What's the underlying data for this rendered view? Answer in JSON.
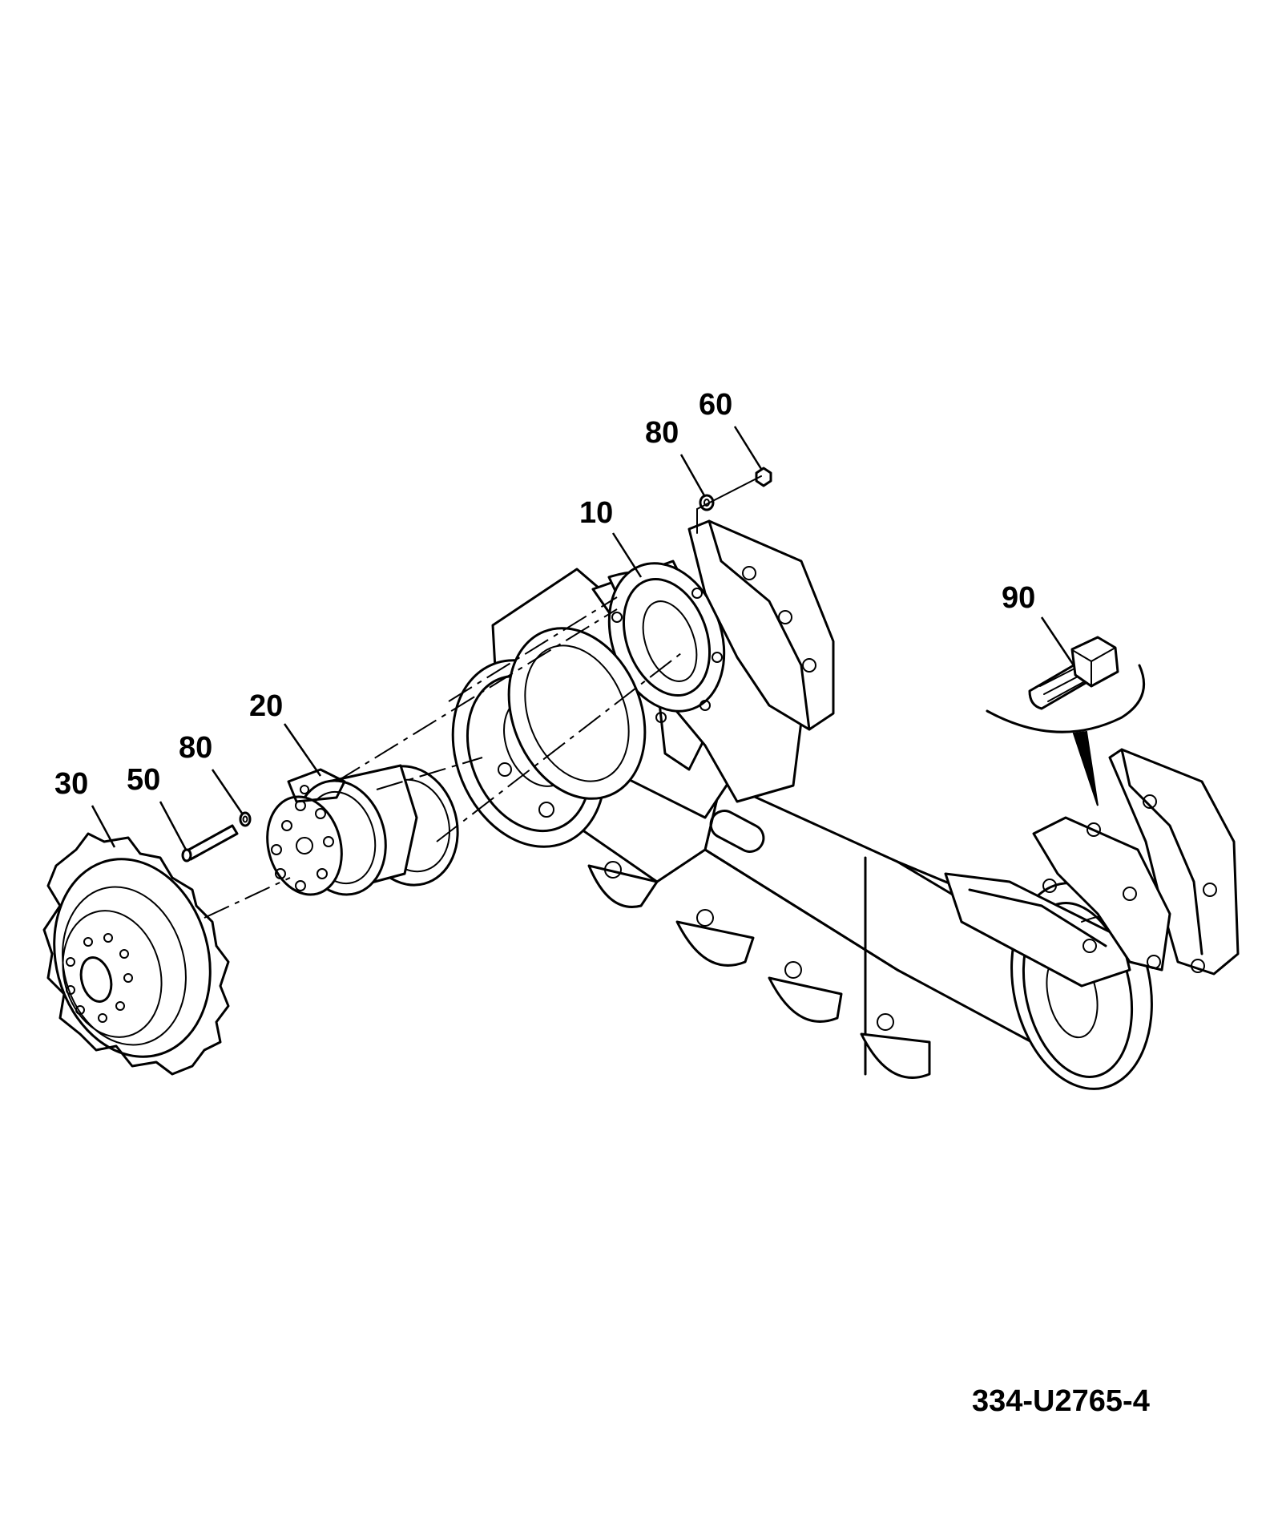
{
  "drawing_code": "334-U2765-4",
  "callouts": [
    {
      "id": "item-10",
      "label": "10"
    },
    {
      "id": "item-20",
      "label": "20"
    },
    {
      "id": "item-30",
      "label": "30"
    },
    {
      "id": "item-50",
      "label": "50"
    },
    {
      "id": "item-60",
      "label": "60"
    },
    {
      "id": "item-80-top",
      "label": "80"
    },
    {
      "id": "item-80-left",
      "label": "80"
    },
    {
      "id": "item-90",
      "label": "90"
    }
  ],
  "colors": {
    "ink": "#000000",
    "paper": "#ffffff"
  }
}
